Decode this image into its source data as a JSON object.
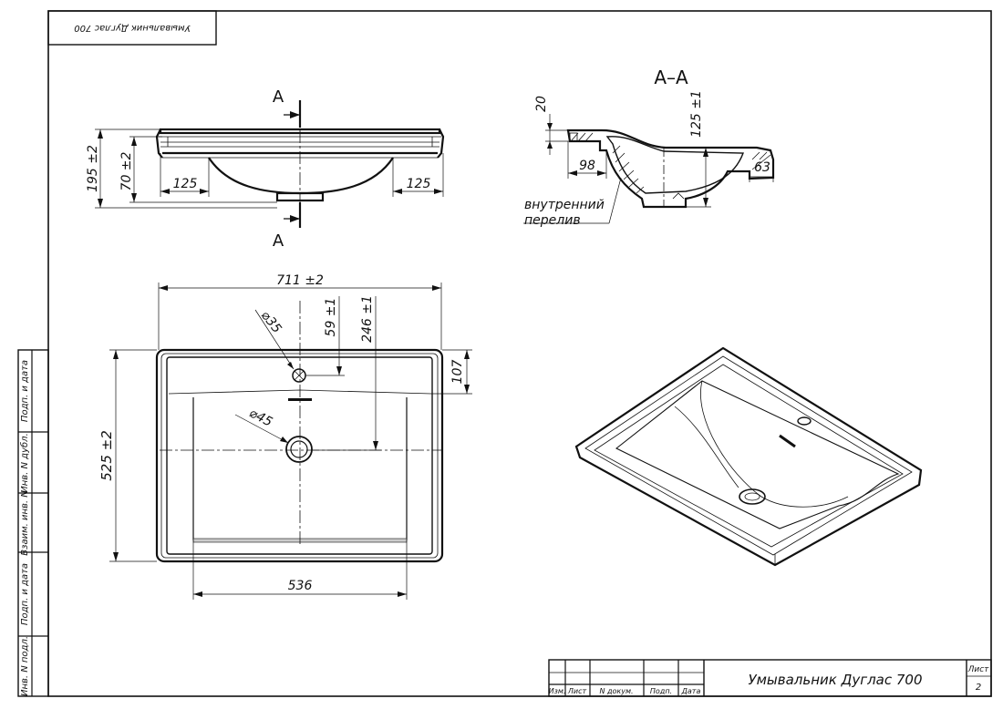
{
  "stamp": {
    "rotated_title": "Умывальник Дуглас 700"
  },
  "side_strip": {
    "labels": [
      "Подп. и дата",
      "Инв. N дубл.",
      "Взаим. инв. N",
      "Подп. и дата",
      "Инв. N подл."
    ]
  },
  "front_view": {
    "section_mark": "A",
    "dims": {
      "height": "195 ±2",
      "bowl_depth": "70 ±2",
      "left_offset": "125",
      "right_offset": "125"
    }
  },
  "section_view": {
    "title": "A–A",
    "dims": {
      "rim": "20",
      "total": "125 ±1",
      "left": "98",
      "right": "63"
    },
    "note_line1": "внутренний",
    "note_line2": "перелив"
  },
  "top_view": {
    "dims": {
      "width": "711 ±2",
      "tap_hole": "35",
      "tap_offset": "59 ±1",
      "drain_offset": "246 ±1",
      "rim_depth": "107",
      "depth": "525 ±2",
      "drain": "45",
      "bowl_width": "536"
    }
  },
  "title_block": {
    "title": "Умывальник Дуглас 700",
    "col_headers": [
      "Изм.",
      "Лист",
      "N докум.",
      "Подп.",
      "Дата"
    ],
    "sheet_label": "Лист",
    "sheet_number": "2"
  }
}
